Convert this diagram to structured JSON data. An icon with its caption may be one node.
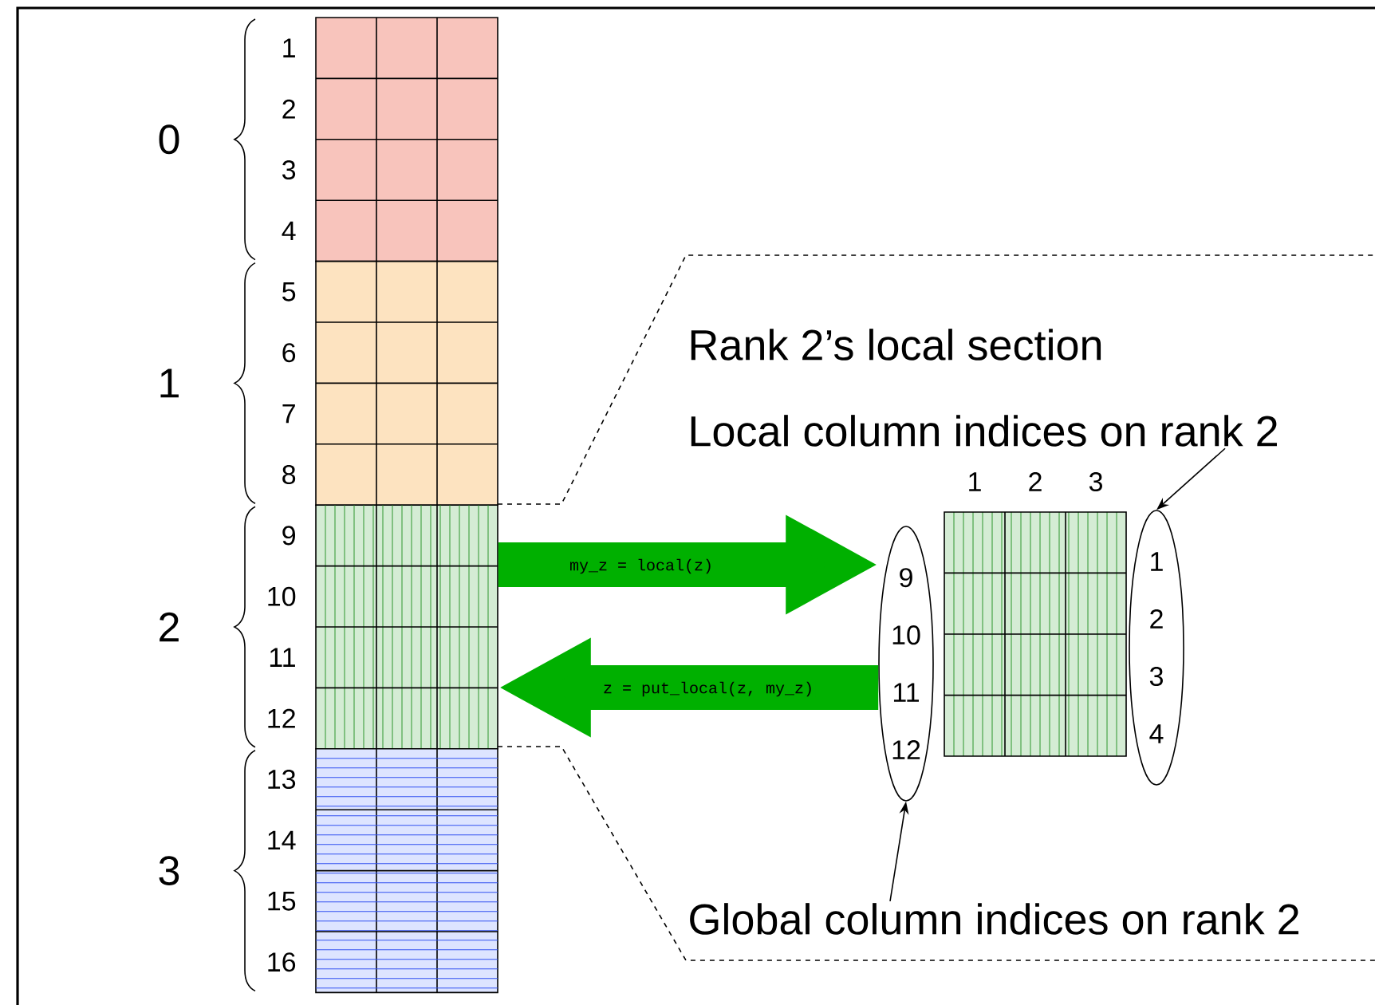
{
  "diagram": {
    "nodes": [
      {
        "text": [],
        "shape": "box",
        "beside": [
          "1",
          "2",
          "3",
          "4"
        ]
      },
      {
        "text": [],
        "shape": "box",
        "beside": [
          "5",
          "6",
          "7",
          "8"
        ]
      },
      {
        "text": [],
        "shape": "box",
        "beside": [
          "9",
          "10",
          "11",
          "12"
        ]
      },
      {
        "text": [],
        "shape": "box",
        "beside": [
          "13",
          "14",
          "15",
          "16"
        ]
      },
      {
        "text": [
          "9",
          "10",
          "11",
          "12"
        ]
      },
      {
        "text": [
          "1",
          "2",
          "3",
          "4"
        ]
      },
      {
        "text": [
          "Local column indices on rank 2"
        ]
      },
      {
        "text": [
          "Global column indices on rank 2"
        ]
      }
    ],
    "edges": [
      {
        "from": 2,
        "to": 4,
        "arrow": "to",
        "label": "my_z = local(z)",
        "style": "thick",
        "color": "#00b000"
      },
      {
        "from": 4,
        "to": 2,
        "arrow": "to",
        "label": "z = put_local(z, my_z)",
        "style": "thick",
        "color": "#00b000"
      },
      {
        "from": 6,
        "to": 5,
        "arrow": "to",
        "color": "#000000"
      },
      {
        "from": 7,
        "to": 4,
        "arrow": "to",
        "color": "#000000"
      }
    ],
    "labels": [
      "0",
      "1",
      "2",
      "3",
      "Rank 2’s local section",
      "1",
      "2",
      "3"
    ]
  }
}
